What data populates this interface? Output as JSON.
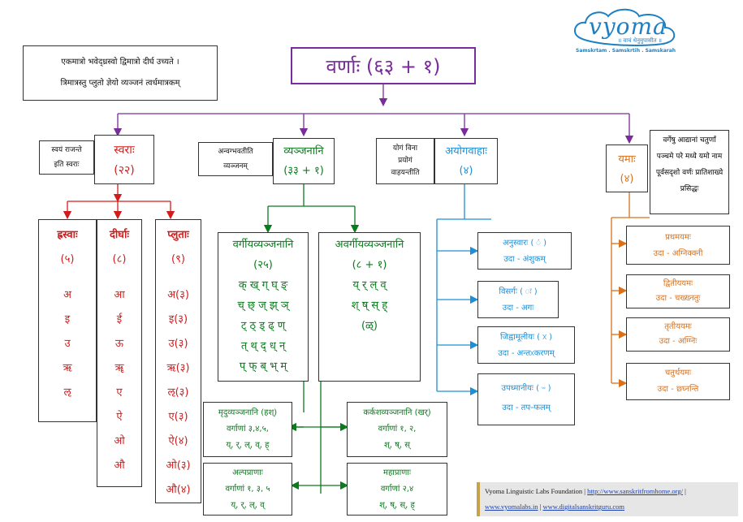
{
  "logo": {
    "name": "vyoma",
    "tagline": "॥ वाचं धेनुमुपासीत ॥",
    "subtitle": "Samskrtam . Samskrtih . Samskarah"
  },
  "title": "वर्णाः (६३ + १)",
  "verse": {
    "line1": "एकमात्रो भवेद्ध्रस्वो  द्विमात्रो दीर्घ उच्यते ।",
    "line2": "त्रिमात्रस्तु प्लुतो ज्ञेयो व्यञ्जनं त्वर्धमात्रकम्"
  },
  "svarah": {
    "note1": "स्वयं राजन्ते",
    "note2": "इति स्वराः",
    "label": "स्वराः",
    "count": "(२२)",
    "hrasva": {
      "label": "ह्रस्वाः",
      "count": "(५)",
      "letters": [
        "अ",
        "इ",
        "उ",
        "ऋ",
        "ऌ"
      ]
    },
    "dirgha": {
      "label": "दीर्घाः",
      "count": "(८)",
      "letters": [
        "आ",
        "ई",
        "ऊ",
        "ॠ",
        "ए",
        "ऐ",
        "ओ",
        "औ"
      ]
    },
    "pluta": {
      "label": "प्लुताः",
      "count": "(९)",
      "letters": [
        "अ(३)",
        "इ(३)",
        "उ(३)",
        "ऋ(३)",
        "ऌ(३)",
        "ए(३)",
        "ऐ(४)",
        "ओ(३)",
        "औ(४)"
      ]
    }
  },
  "vyanjana": {
    "note1": "अन्वग्भवतीति",
    "note2": "व्यञ्जनम्",
    "label": "व्यञ्जनानि",
    "count": "(३३ + १)",
    "vargiya": {
      "label": "वर्गीयव्यञ्जनानि",
      "count": "(२५)",
      "rows": [
        "क् ख् ग् घ् ङ्",
        "च् छ् ज् झ् ञ्",
        "ट् ठ् ड् ढ् ण्",
        "त् थ् द् ध् न्",
        "प् फ् ब् भ् म्"
      ]
    },
    "avargiya": {
      "label": "अवर्गीयव्यञ्जनानि",
      "count": "(८ + १)",
      "rows": [
        "य् र् ल् व्",
        "श् ष् स् ह्",
        "(ळ्)"
      ]
    },
    "mrdu": {
      "label": "मृदुव्यञ्जनानि (हश्)",
      "line1": "वर्गाणां ३,४,५,",
      "line2": "य्, र्, ल्, व्, ह्"
    },
    "karkasha": {
      "label": "कर्कशव्यञ्जनानि (खर्)",
      "line1": "वर्गाणां १, २,",
      "line2": "श्, ष्, स्"
    },
    "alpaprana": {
      "label": "अल्पप्राणाः",
      "line1": "वर्गाणां १, ३, ५",
      "line2": "य्, र्, ल्, व्"
    },
    "mahaprana": {
      "label": "महाप्राणाः",
      "line1": "वर्गाणां २,४",
      "line2": "श्, ष्, स्, ह्"
    }
  },
  "ayogavaha": {
    "note1": "योगं विना",
    "note2": "प्रयोगं",
    "note3": "वाहयन्तीति",
    "label": "अयोगवाहाः",
    "count": "(४)",
    "items": [
      {
        "name": "अनुस्वारः ( ं )",
        "example": "उदा - अंशुकम्"
      },
      {
        "name": "विसर्गः ( ः )",
        "example": "उदा - अगः"
      },
      {
        "name": "जिह्वामूलीयः ( ᳵ )",
        "example": "उदा - अन्तᳵकरणम्"
      },
      {
        "name": "उपध्मानीयः ( ᳶ )",
        "example": "उदा - तपᳶफलम्"
      }
    ]
  },
  "yama": {
    "label": "यमाः",
    "count": "(४)",
    "note": "वर्गेषु आद्यानां चतुर्णां पञ्चमे परे मध्ये यमो नाम पूर्वसदृशो वर्णः प्रातिशाख्ये प्रसिद्धः",
    "items": [
      {
        "name": "प्रथमयमः",
        "example": "उदा - अग्निक्क्नी"
      },
      {
        "name": "द्वितीययमः",
        "example": "उदा - चख्ख्नतुः"
      },
      {
        "name": "तृतीययमः",
        "example": "उदा - अग्ग्निः"
      },
      {
        "name": "चतुर्थयमः",
        "example": "उदा - छ्घ्नन्ति"
      }
    ]
  },
  "footer": {
    "org": "Vyoma Linguistic Labs Foundation",
    "sep": "|",
    "link1": "http://www.sanskritfromhome.org/",
    "link2": "www.vyomalabs.in",
    "link3": "www.digitalsanskritguru.com"
  },
  "colors": {
    "purple": "#7a2d9a",
    "red": "#d21c1c",
    "green": "#0b7a1e",
    "blue": "#1e8fd6",
    "orange": "#d9711c"
  }
}
